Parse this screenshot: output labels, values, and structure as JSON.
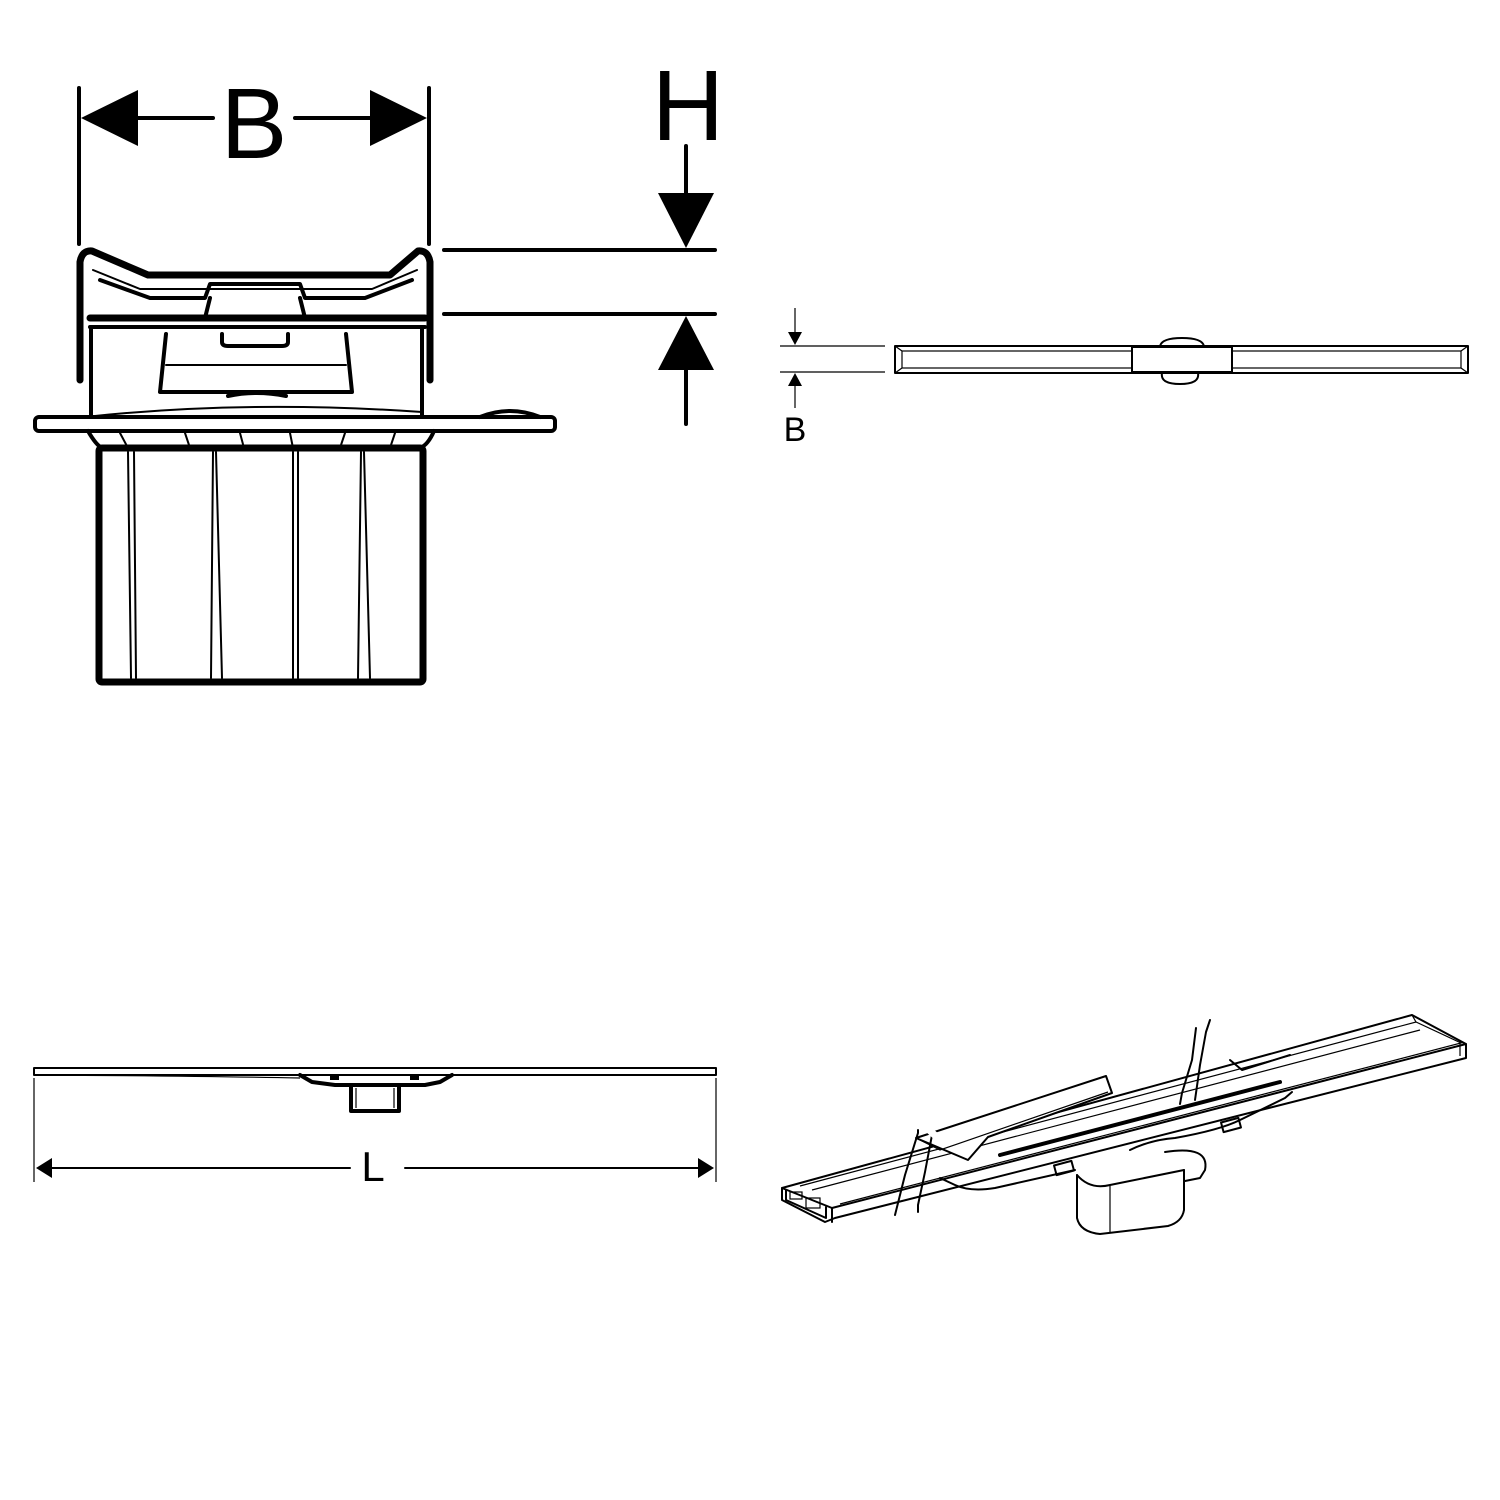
{
  "drawing": {
    "views": [
      {
        "id": "front-section-view",
        "dimension_labels": [
          "B",
          "H"
        ]
      },
      {
        "id": "top-view",
        "dimension_labels": [
          "B"
        ]
      },
      {
        "id": "side-view",
        "dimension_labels": [
          "L"
        ]
      },
      {
        "id": "isometric-view",
        "dimension_labels": []
      }
    ]
  },
  "labels": {
    "front_width": "B",
    "front_height": "H",
    "top_width": "B",
    "side_length": "L"
  },
  "colors": {
    "line": "#000000",
    "background": "#ffffff"
  }
}
